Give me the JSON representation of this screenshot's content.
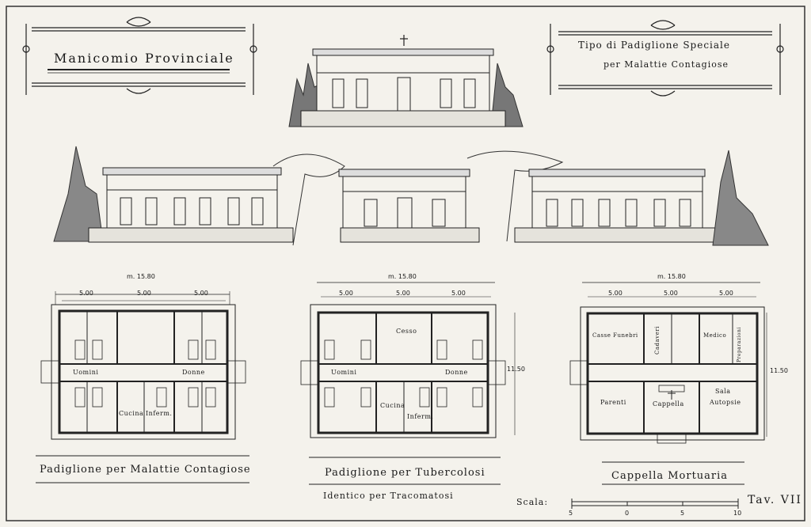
{
  "title_left": "Manicomio Provinciale",
  "title_right_line1": "Tipo di Padiglione Speciale",
  "title_right_line2": "per Malattie Contagiose",
  "plans": [
    {
      "overall": "m. 15.80",
      "bays": [
        "5.00",
        "5.00",
        "5.00"
      ],
      "rooms": [
        "Uomini",
        "Donne",
        "Cucina",
        "Inferm."
      ],
      "caption": "Padiglione per Malattie Contagiose"
    },
    {
      "overall": "m. 15.80",
      "bays": [
        "5.00",
        "5.00",
        "5.00"
      ],
      "side_dim": "11.50",
      "rooms": [
        "Cesso",
        "Uomini",
        "Donne",
        "Cucina",
        "Inferm."
      ],
      "caption": "Padiglione per Tubercolosi",
      "subcaption": "Identico per Tracomatosi"
    },
    {
      "overall": "m. 15.80",
      "bays": [
        "5.00",
        "5.00",
        "5.00"
      ],
      "side_dim": "11.50",
      "rooms": [
        "Casse Funebri",
        "Cadaveri",
        "Medico",
        "Preparazioni",
        "Parenti",
        "Cappella",
        "Sala",
        "Autopsie"
      ],
      "caption": "Cappella Mortuaria"
    }
  ],
  "scale_label": "Scala:",
  "scale_ticks": [
    "5",
    "0",
    "5",
    "10"
  ],
  "plate": "Tav. VII"
}
